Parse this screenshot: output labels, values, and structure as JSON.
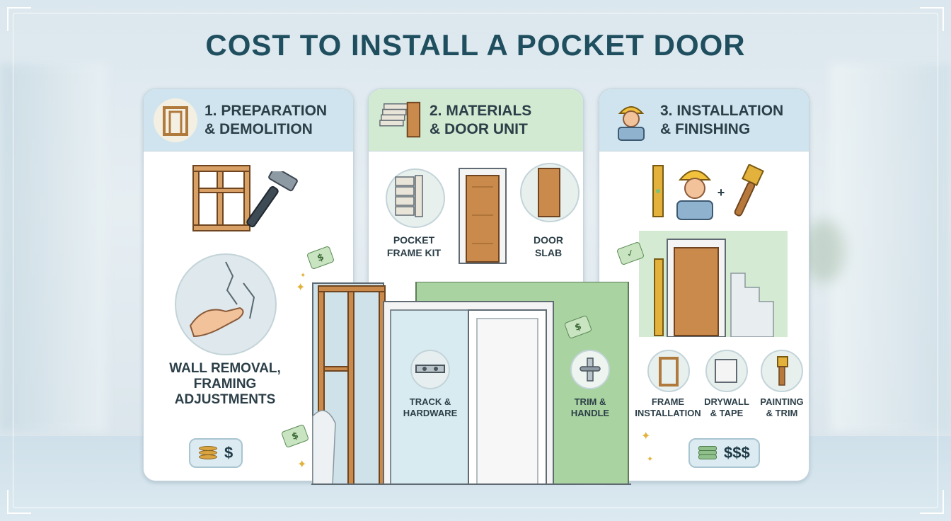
{
  "title": "COST TO INSTALL A POCKET DOOR",
  "panels": [
    {
      "heading_line1": "1. PREPARATION",
      "heading_line2": "& DEMOLITION",
      "header_icon": "door-frame-icon",
      "caption_line1": "WALL REMOVAL,",
      "caption_line2": "FRAMING",
      "caption_line3": "ADJUSTMENTS",
      "cost": "$",
      "cost_icon": "coin-stack-icon"
    },
    {
      "heading_line1": "2. MATERIALS",
      "heading_line2": "& DOOR UNIT",
      "header_icon": "lumber-door-icon",
      "items": [
        {
          "line1": "POCKET",
          "line2": "FRAME KIT"
        },
        {
          "line1": "DOOR",
          "line2": "SLAB"
        },
        {
          "line1": "TRACK &",
          "line2": "HARDWARE"
        },
        {
          "line1": "TRIM &",
          "line2": "HANDLE"
        }
      ],
      "cost": "$$-$$$",
      "cost_icon": "coin-stack-icon"
    },
    {
      "heading_line1": "3. INSTALLATION",
      "heading_line2": "& FINISHING",
      "header_icon": "worker-icon",
      "items": [
        {
          "line1": "FRAME",
          "line2": "INSTALLATION"
        },
        {
          "line1": "DRYWALL",
          "line2": "& TAPE"
        },
        {
          "line1": "PAINTING",
          "line2": "& TRIM"
        }
      ],
      "cost": "$$$",
      "cost_icon": "money-stack-icon"
    }
  ],
  "price_tag_text": "$",
  "colors": {
    "title": "#1f4f5f",
    "header_blue": "#cfe4ee",
    "header_green": "#d3ead2",
    "wood": "#c98a4b",
    "wall_green": "#a9d3a0"
  }
}
